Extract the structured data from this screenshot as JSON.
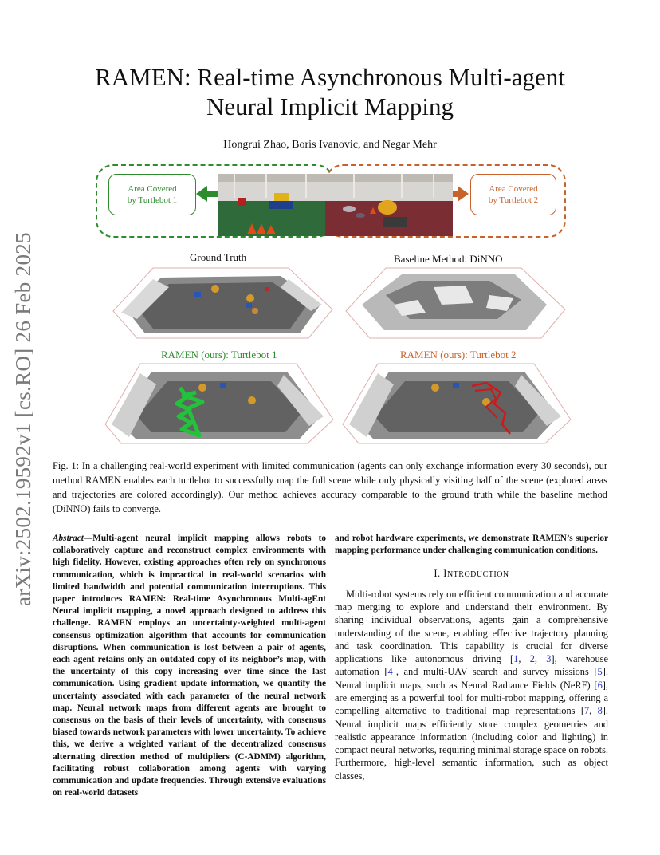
{
  "side_stamp": "arXiv:2502.19592v1  [cs.RO]  26 Feb 2025",
  "title_line1": "RAMEN: Real-time Asynchronous Multi-agent",
  "title_line2": "Neural Implicit Mapping",
  "authors": "Hongrui Zhao, Boris Ivanovic, and Negar Mehr",
  "figure": {
    "area1_label": "Area Covered by Turtlebot 1",
    "area2_label": "Area Covered by Turtlebot 2",
    "panel_gt": "Ground Truth",
    "panel_baseline": "Baseline Method: DiNNO",
    "panel_tb1": "RAMEN (ours): Turtlebot 1",
    "panel_tb2": "RAMEN (ours): Turtlebot 2",
    "colors": {
      "green": "#2e8b2e",
      "orange": "#c8612a",
      "red": "#cc1a1a"
    }
  },
  "caption": "Fig. 1:  In a challenging real-world experiment with limited communication (agents can only exchange information every 30 seconds), our method RAMEN enables each turtlebot to successfully map the full scene while only physically visiting half of the scene (explored areas and trajectories are colored accordingly). Our method achieves accuracy comparable to the ground truth while the baseline method (DiNNO) fails to converge.",
  "abstract": {
    "label": "Abstract",
    "text": "—Multi-agent neural implicit mapping allows robots to collaboratively capture and reconstruct complex environments with high fidelity. However, existing approaches often rely on synchronous communication, which is impractical in real-world scenarios with limited bandwidth and potential communication interruptions. This paper introduces RAMEN: Real-time Asynchronous Multi-agEnt Neural implicit mapping, a novel approach designed to address this challenge. RAMEN employs an uncertainty-weighted multi-agent consensus optimization algorithm that accounts for communication disruptions. When communication is lost between a pair of agents, each agent retains only an outdated copy of its neighbor’s map, with the uncertainty of this copy increasing over time since the last communication. Using gradient update information, we quantify the uncertainty associated with each parameter of the neural network map. Neural network maps from different agents are brought to consensus on the basis of their levels of uncertainty, with consensus biased towards network parameters with lower uncertainty. To achieve this, we derive a weighted variant of the decentralized consensus alternating direction method of multipliers (C-ADMM) algorithm, facilitating robust collaboration among agents with varying communication and update frequencies. Through extensive evaluations on real-world datasets",
    "continuation": "and robot hardware experiments, we demonstrate RAMEN’s superior mapping performance under challenging communication conditions."
  },
  "section": {
    "numeral": "I.",
    "first_letter": "I",
    "rest": "NTRODUCTION"
  },
  "intro": {
    "p1": "Multi-robot systems rely on efficient communication and accurate map merging to explore and understand their environment. By sharing individual observations, agents gain a comprehensive understanding of the scene, enabling effective trajectory planning and task coordination. This capability is crucial for diverse applications like autonomous driving [",
    "c1": "1",
    "s1": ", ",
    "c2": "2",
    "s2": ", ",
    "c3": "3",
    "p2": "], warehouse automation [",
    "c4": "4",
    "p3": "], and multi-UAV search and survey missions [",
    "c5": "5",
    "p4": "]. Neural implicit maps, such as Neural Radiance Fields (NeRF) [",
    "c6": "6",
    "p5": "], are emerging as a powerful tool for multi-robot mapping, offering a compelling alternative to traditional map representations [",
    "c7": "7",
    "s3": ", ",
    "c8": "8",
    "p6": "]. Neural implicit maps efficiently store complex geometries and realistic appearance information (including color and lighting) in compact neural networks, requiring minimal storage space on robots. Furthermore, high-level semantic information, such as object classes,"
  }
}
